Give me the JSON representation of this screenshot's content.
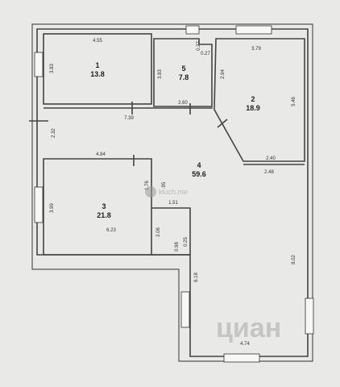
{
  "rooms": [
    {
      "id": "room-1",
      "number": "1",
      "area": "13.8"
    },
    {
      "id": "room-2",
      "number": "2",
      "area": "18.9"
    },
    {
      "id": "room-3",
      "number": "3",
      "area": "21.8"
    },
    {
      "id": "room-4",
      "number": "4",
      "area": "59.6"
    },
    {
      "id": "room-5",
      "number": "5",
      "area": "7.8"
    }
  ],
  "dimensions": {
    "r1_top": "4.55",
    "r1_side": "3.83",
    "r5_side": "3.83",
    "r5_top_small": "0.27",
    "r5_right_small": "0.27",
    "r5_bottom": "2.60",
    "r2_top": "3.79",
    "r2_left": "2.94",
    "r2_right": "5.46",
    "r2_bottom": "2.40",
    "hall_top": "7.39",
    "hall_left": "2.32",
    "hall_mid": "4.84",
    "hall_right_lower": "2.48",
    "hall_side_a": "1.76",
    "hall_side_b": ".95",
    "hall_step": "1.51",
    "r3_side": "3.99",
    "r3_bottom": "6.23",
    "r3_inner": "2.06",
    "r3_small_a": "0.25",
    "r3_small_b": "0.98",
    "corridor_left": "6.18",
    "corridor_right": "8.02",
    "bottom_width": "4.74"
  },
  "watermarks": {
    "kluch_logo_text": "kluch.me",
    "cian_text": "циан"
  },
  "colors": {
    "background": "#e9e9e7",
    "wall": "#444444"
  }
}
